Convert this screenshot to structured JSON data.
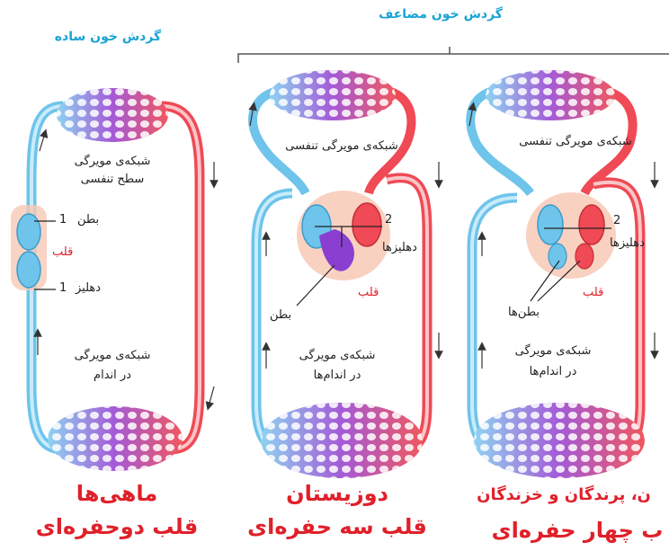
{
  "headers": {
    "simple": "گردش خون ساده",
    "double": "گردش خون مضاعف"
  },
  "fish": {
    "cap_top": "شبکه‌ی مویرگی",
    "cap_top2": "سطح تنفسی",
    "ventricle": "بطن",
    "num_ventricle": "1",
    "heart": "قلب",
    "atrium": "دهلیز",
    "num_atrium": "1",
    "cap_bottom": "شبکه‌ی مویرگی",
    "cap_bottom2": "در اندام",
    "title1": "ماهی‌ها",
    "title2": "قلب دوحفره‌ای"
  },
  "amphibian": {
    "cap_top": "شبکه‌ی مویرگی تنفسی",
    "num_atria": "2",
    "atria": "دهلیزها",
    "heart": "قلب",
    "ventricle": "بطن",
    "cap_bottom": "شبکه‌ی مویرگی",
    "cap_bottom2": "در اندام‌ها",
    "title1": "دوزیستان",
    "title2": "قلب سه حفره‌ای"
  },
  "mammal": {
    "cap_top": "شبکه‌ی مویرگی تنفسی",
    "num_atria": "2",
    "atria": "دهلیزها",
    "heart": "قلب",
    "ventricles": "بطن‌ها",
    "cap_bottom": "شبکه‌ی مویرگی",
    "cap_bottom2": "در اندام‌ها",
    "title1": "ن، پرندگان و خزندگان",
    "title2": "ب چهار حفره‌ای"
  },
  "colors": {
    "oxygenated": "#ef4a55",
    "deoxygenated": "#6ec4ea",
    "mixed": "#8a3fd1",
    "header": "#19a3d4",
    "title": "#e0202a"
  }
}
